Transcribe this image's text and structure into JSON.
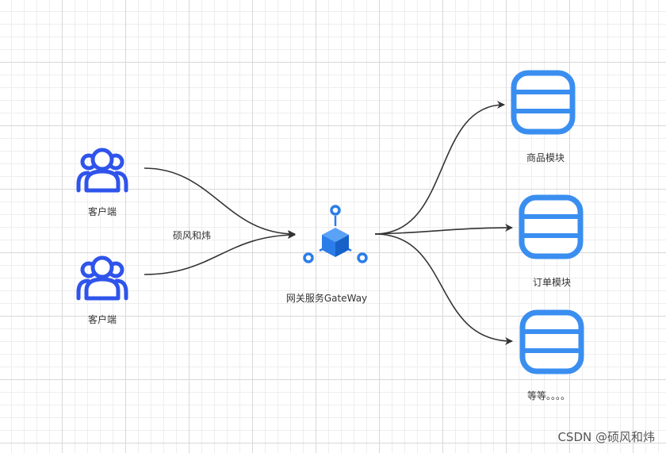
{
  "nodes": {
    "client_1": "客户端",
    "client_2": "客户端",
    "gateway": "网关服务GateWay",
    "module_goods": "商品模块",
    "module_order": "订单模块",
    "module_etc": "等等。。。。"
  },
  "edge_label": "硕风和炜",
  "watermark": "CSDN @硕风和炜",
  "colors": {
    "user_icon": "#2f54eb",
    "gateway_icon": "#2b7de9",
    "database_icon": "#3a8ef0",
    "arrow": "#333333"
  },
  "icons": {
    "client": "users-icon",
    "gateway": "gateway-cube-icon",
    "module": "database-icon"
  }
}
